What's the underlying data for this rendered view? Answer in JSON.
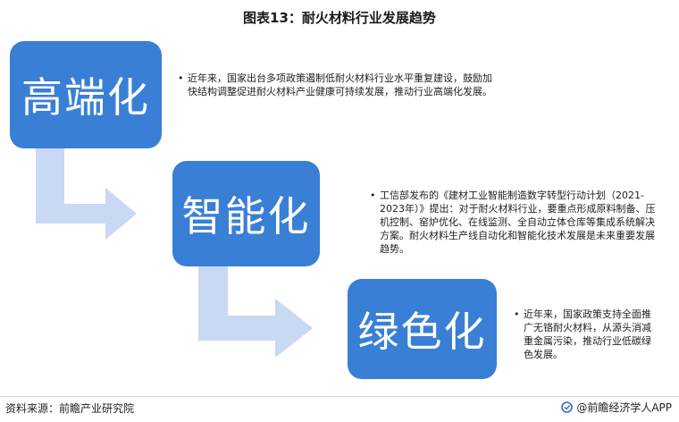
{
  "title": "图表13：耐火材料行业发展趋势",
  "stages": [
    {
      "label": "高端化",
      "bullet": "•",
      "description": "近年来，国家出台多项政策遏制低耐火材料行业水平重复建设，鼓励加快结构调整促进耐火材料产业健康可持续发展，推动行业高端化发展。"
    },
    {
      "label": "智能化",
      "bullet": "•",
      "description": "工信部发布的《建材工业智能制造数字转型行动计划（2021-2023年）》提出：对于耐火材料行业，要重点形成原料制备、压机控制、窑炉优化、在线监测、全自动立体仓库等集成系统解决方案。耐火材料生产线自动化和智能化技术发展是未来重要发展趋势。"
    },
    {
      "label": "绿色化",
      "bullet": "•",
      "description": "近年来，国家政策支持全面推广无铬耐火材料，从源头消减重金属污染，推动行业低碳绿色发展。"
    }
  ],
  "footer": {
    "source": "资料来源：前瞻产业研究院",
    "brand": "@前瞻经济学人APP"
  },
  "colors": {
    "box": "#3a7fd6",
    "arrow": "#c9d8f3"
  }
}
